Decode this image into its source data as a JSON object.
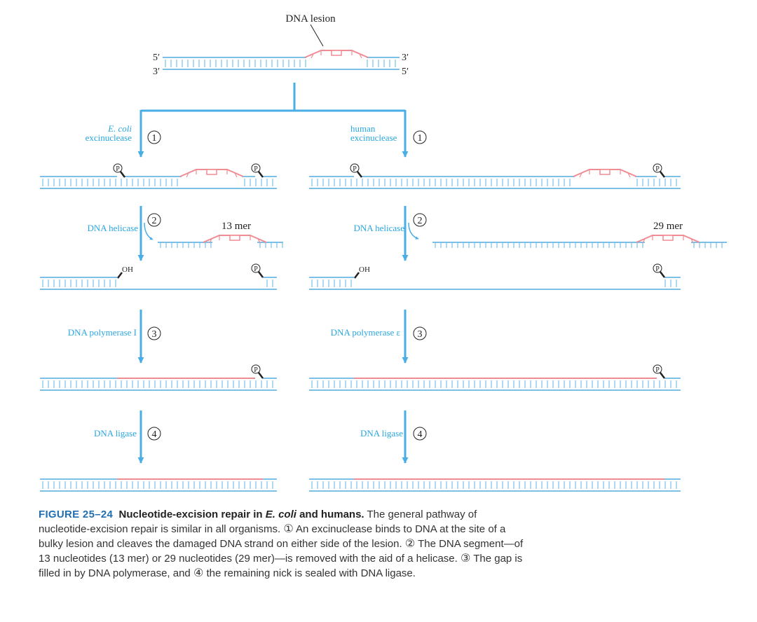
{
  "diagram": {
    "lesion_label": "DNA lesion",
    "strand_end_labels": {
      "top_left": "5′",
      "bottom_left": "3′",
      "top_right": "3′",
      "bottom_right": "5′"
    },
    "colors": {
      "dna": "#7cc0e8",
      "damaged_or_new": "#f08c93",
      "arrow": "#4aaee6",
      "label_blue": "#2aa7df"
    },
    "step_symbols": [
      "①",
      "②",
      "③",
      "④"
    ],
    "phosphate_symbol": "P",
    "hydroxyl_label": "OH",
    "left_pathway": {
      "excinuclease_label_line1": "E. coli",
      "excinuclease_label_line2": "excinuclease",
      "helicase_label": "DNA helicase",
      "fragment_label": "13 mer",
      "polymerase_label": "DNA polymerase I",
      "ligase_label": "DNA ligase"
    },
    "right_pathway": {
      "excinuclease_label_line1": "human",
      "excinuclease_label_line2": "excinuclease",
      "helicase_label": "DNA helicase",
      "fragment_label": "29 mer",
      "polymerase_label": "DNA polymerase ε",
      "ligase_label": "DNA ligase"
    }
  },
  "caption": {
    "figure_number": "FIGURE 25–24",
    "title_part1": "Nucleotide-excision repair in ",
    "title_italic": "E. coli",
    "title_part2": " and humans.",
    "text_1": " The general pathway of nucleotide-excision repair is similar in all organisms. ",
    "step1": "①",
    "text_2": " An excinuclease binds to DNA at the site of a bulky lesion and cleaves the damaged DNA strand on either side of the lesion. ",
    "step2": "②",
    "text_3": " The DNA segment—of 13 nucleotides (13 mer) or 29 nucleotides (29 mer)—is removed with the aid of a helicase. ",
    "step3": "③",
    "text_4": " The gap is filled in by DNA polymerase, and ",
    "step4": "④",
    "text_5": " the remaining nick is sealed with DNA ligase."
  }
}
